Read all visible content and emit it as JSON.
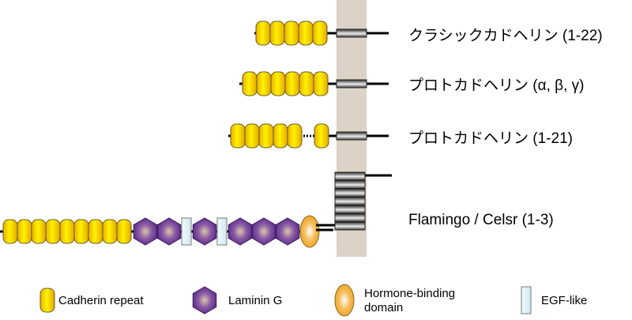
{
  "proteins": [
    {
      "name": "クラシックカドヘリン (1-22)",
      "cadherin_repeats": 5,
      "gap": false,
      "tm_segments": 1
    },
    {
      "name": "プロトカドヘリン (α, β, γ)",
      "cadherin_repeats": 6,
      "gap": false,
      "tm_segments": 1
    },
    {
      "name": "プロトカドヘリン (1-21)",
      "cadherin_repeats": 6,
      "gap": true,
      "tm_segments": 1
    },
    {
      "name": "Flamingo / Celsr (1-3)",
      "cadherin_repeats": 9,
      "domain_sequence": [
        "laminin",
        "laminin",
        "egf",
        "laminin",
        "egf",
        "laminin",
        "laminin",
        "laminin",
        "hormone"
      ],
      "tm_segments": 7
    }
  ],
  "legend": [
    {
      "key": "cadherin",
      "label": "Cadherin repeat"
    },
    {
      "key": "laminin",
      "label": "Laminin G"
    },
    {
      "key": "hormone",
      "label": "Hormone-binding domain"
    },
    {
      "key": "egf",
      "label": "EGF-like"
    }
  ],
  "colors": {
    "membrane": "#dcd2c6",
    "cadherin": "#f7d000",
    "laminin": "#5e2d8c",
    "hormone": "#f2a933",
    "egf": "#dff1f5"
  }
}
